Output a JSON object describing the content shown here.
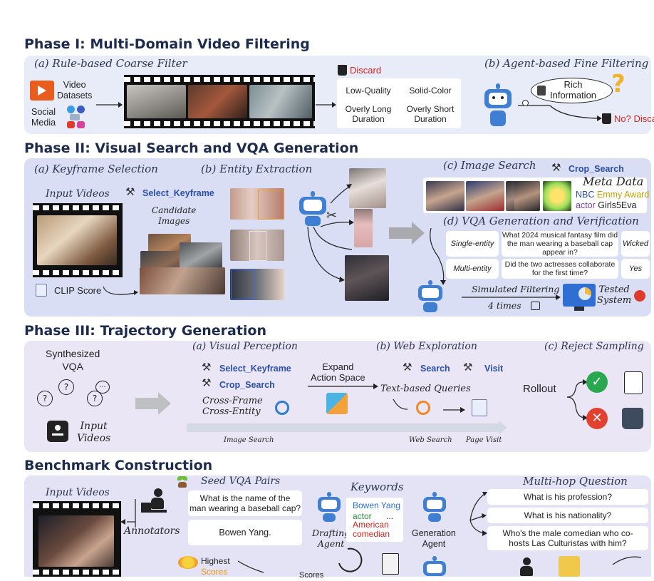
{
  "phase1": {
    "title": "Phase I: Multi-Domain Video Filtering",
    "rule_filter": "(a) Rule-based Coarse Filter",
    "agent_filter": "(b) Agent-based Fine Filtering",
    "video_datasets": "Video\nDatasets",
    "social_media": "Social\nMedia",
    "discard": "Discard",
    "criteria": [
      "Low-Quality",
      "Solid-Color",
      "Overly Long\nDuration",
      "Overly Short\nDuration"
    ],
    "rich_information": "Rich\nInformation",
    "no_discard": "No? Discard"
  },
  "phase2": {
    "title": "Phase II: Visual Search and VQA Generation",
    "keyframe_selection": "(a) Keyframe Selection",
    "entity_extraction": "(b) Entity Extraction",
    "image_search": "(c) Image Search",
    "vqa_generation": "(d) VQA Generation and Verification",
    "input_videos": "Input Videos",
    "select_keyframe": "Select_Keyframe",
    "candidate_images": "Candidate\nImages",
    "clip_score": "CLIP Score",
    "crop_search": "Crop_Search",
    "meta_data": "Meta Data",
    "meta_tags": {
      "nbc": "NBC",
      "emmy": "Emmy Award",
      "actor": "actor",
      "girls": "Girls5Eva"
    },
    "rows": [
      {
        "type": "Single-entity",
        "question": "What 2024 musical fantasy film did the man wearing a baseball cap appear in?",
        "answer": "Wicked"
      },
      {
        "type": "Multi-entity",
        "question": "Did the two actresses collaborate for the first time?",
        "answer": "Yes"
      }
    ],
    "simulated_filtering": "Simulated Filtering",
    "four_times": "4 times",
    "tested_system": "Tested\nSystem"
  },
  "phase3": {
    "title": "Phase III: Trajectory Generation",
    "synthesized_vqa": "Synthesized\nVQA",
    "input_videos": "Input\nVideos",
    "visual_perception": "(a) Visual Perception",
    "web_exploration": "(b) Web Exploration",
    "reject_sampling": "(c) Reject Sampling",
    "select_keyframe": "Select_Keyframe",
    "crop_search": "Crop_Search",
    "cross_frame": "Cross-Frame\nCross-Entity",
    "expand": "Expand\nAction Space",
    "search": "Search",
    "visit": "Visit",
    "text_queries": "Text-based Queries",
    "rollout": "Rollout",
    "axis_image_search": "Image Search",
    "axis_web_search": "Web Search",
    "axis_page_visit": "Page Visit"
  },
  "benchmark": {
    "title": "Benchmark Construction",
    "input_videos": "Input Videos",
    "annotators": "Annotators",
    "seed_vqa": "Seed VQA Pairs",
    "seed_question": "What is the name of the\nman wearing a baseball cap?",
    "seed_answer": "Bowen Yang.",
    "keywords": "Keywords",
    "kw": [
      "Bowen Yang",
      "actor",
      "American\ncomedian"
    ],
    "kw_more": "...",
    "drafting_agent": "Drafting\nAgent",
    "generation_agent": "Generation\nAgent",
    "multi_hop": "Multi-hop Question",
    "hops": [
      "What is his profession?",
      "What is his nationality?",
      "Who's the male comedian who co-\nhosts Las Culturistas with him?"
    ],
    "highest": "Highest",
    "highest_cont": "Scores",
    "scores": "Scores"
  },
  "colors": {
    "p1_bg": "#e8ecf9",
    "p2_bg": "#d9def4",
    "p3_bg": "#ebe6f6",
    "bm_bg": "#e4e3f5",
    "robot": "#3f7fd3",
    "red": "#d0241b",
    "tool_blue": "#2b4fa8"
  }
}
